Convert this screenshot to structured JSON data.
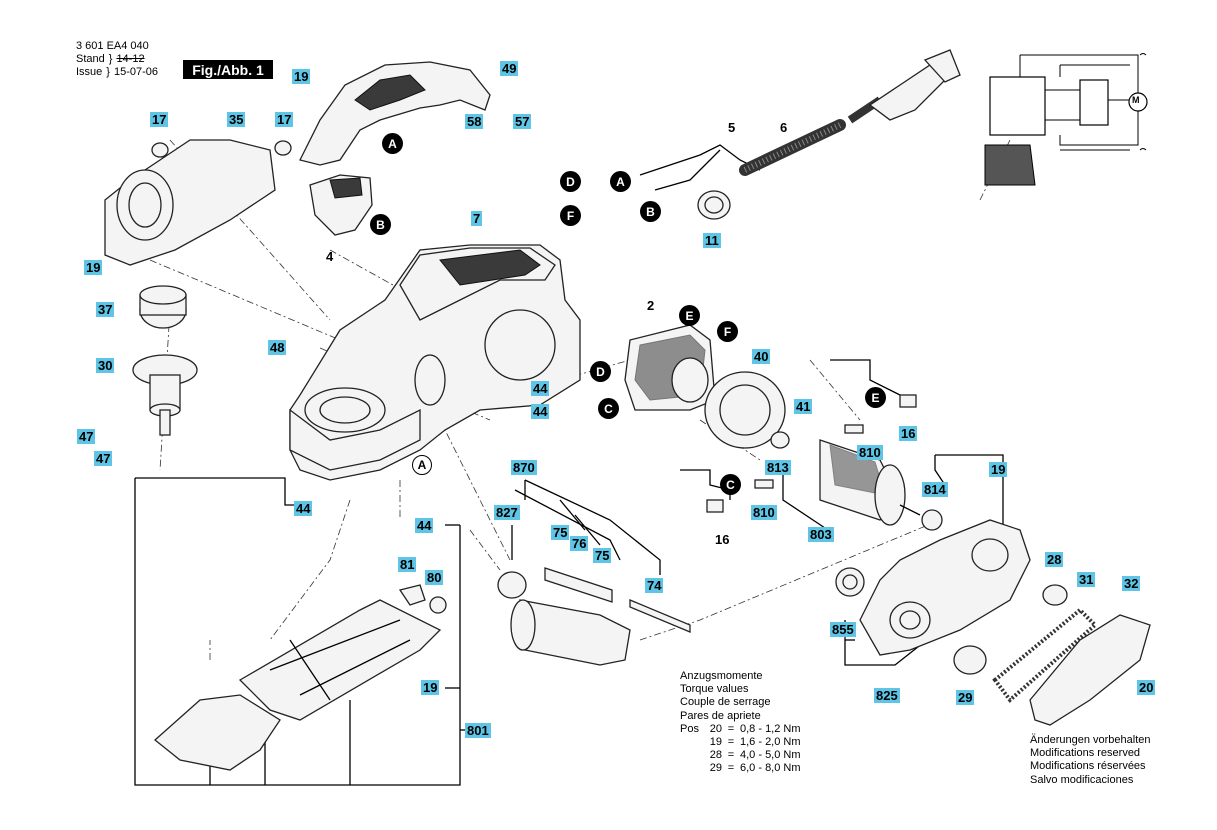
{
  "header": {
    "part_number": "3 601 EA4 040",
    "stand_label": "Stand",
    "issue_label": "Issue",
    "stand_value": "14-12",
    "issue_value": "15-07-06",
    "figure": "Fig./Abb. 1"
  },
  "part_labels": {
    "l19a": "19",
    "l49": "49",
    "l17a": "17",
    "l35": "35",
    "l17b": "17",
    "l58": "58",
    "l57": "57",
    "l5": "5",
    "l6": "6",
    "l7": "7",
    "l11": "11",
    "l4": "4",
    "l19b": "19",
    "l37": "37",
    "l48": "48",
    "l30": "30",
    "l47a": "47",
    "l47b": "47",
    "l44a": "44",
    "l44b": "44",
    "l44c": "44",
    "l44d": "44",
    "l2": "2",
    "l40": "40",
    "l41": "41",
    "l16a": "16",
    "l810a": "810",
    "l870": "870",
    "l813": "813",
    "l810b": "810",
    "l814": "814",
    "l19c": "19",
    "l827": "827",
    "l75a": "75",
    "l76": "76",
    "l75b": "75",
    "l16b": "16",
    "l803": "803",
    "l74": "74",
    "l81": "81",
    "l80": "80",
    "l28": "28",
    "l31": "31",
    "l32": "32",
    "l855": "855",
    "l825": "825",
    "l29": "29",
    "l20": "20",
    "l19d": "19",
    "l801": "801"
  },
  "connectors": {
    "cA1": "A",
    "cB1": "B",
    "cD1": "D",
    "cF1": "F",
    "cA2": "A",
    "cB2": "B",
    "cE1": "E",
    "cF2": "F",
    "cD2": "D",
    "cC1": "C",
    "cE2": "E",
    "cC2": "C",
    "cA3": "A"
  },
  "torque": {
    "title_de": "Anzugsmomente",
    "title_en": "Torque values",
    "title_fr": "Couple de serrage",
    "title_es": "Pares de apriete",
    "pos_label": "Pos",
    "rows": [
      {
        "pos": "20",
        "eq": "=",
        "val": "0,8 - 1,2 Nm"
      },
      {
        "pos": "19",
        "eq": "=",
        "val": "1,6 - 2,0 Nm"
      },
      {
        "pos": "28",
        "eq": "=",
        "val": "4,0 - 5,0 Nm"
      },
      {
        "pos": "29",
        "eq": "=",
        "val": "6,0 - 8,0 Nm"
      }
    ]
  },
  "modifications": {
    "de": "Änderungen vorbehalten",
    "en": "Modifications reserved",
    "fr": "Modifications réservées",
    "es": "Salvo modificaciones"
  },
  "schematic": {
    "motor_symbol": "M"
  },
  "colors": {
    "label_bg": "#5ec5e6",
    "connector_bg": "#000000"
  }
}
